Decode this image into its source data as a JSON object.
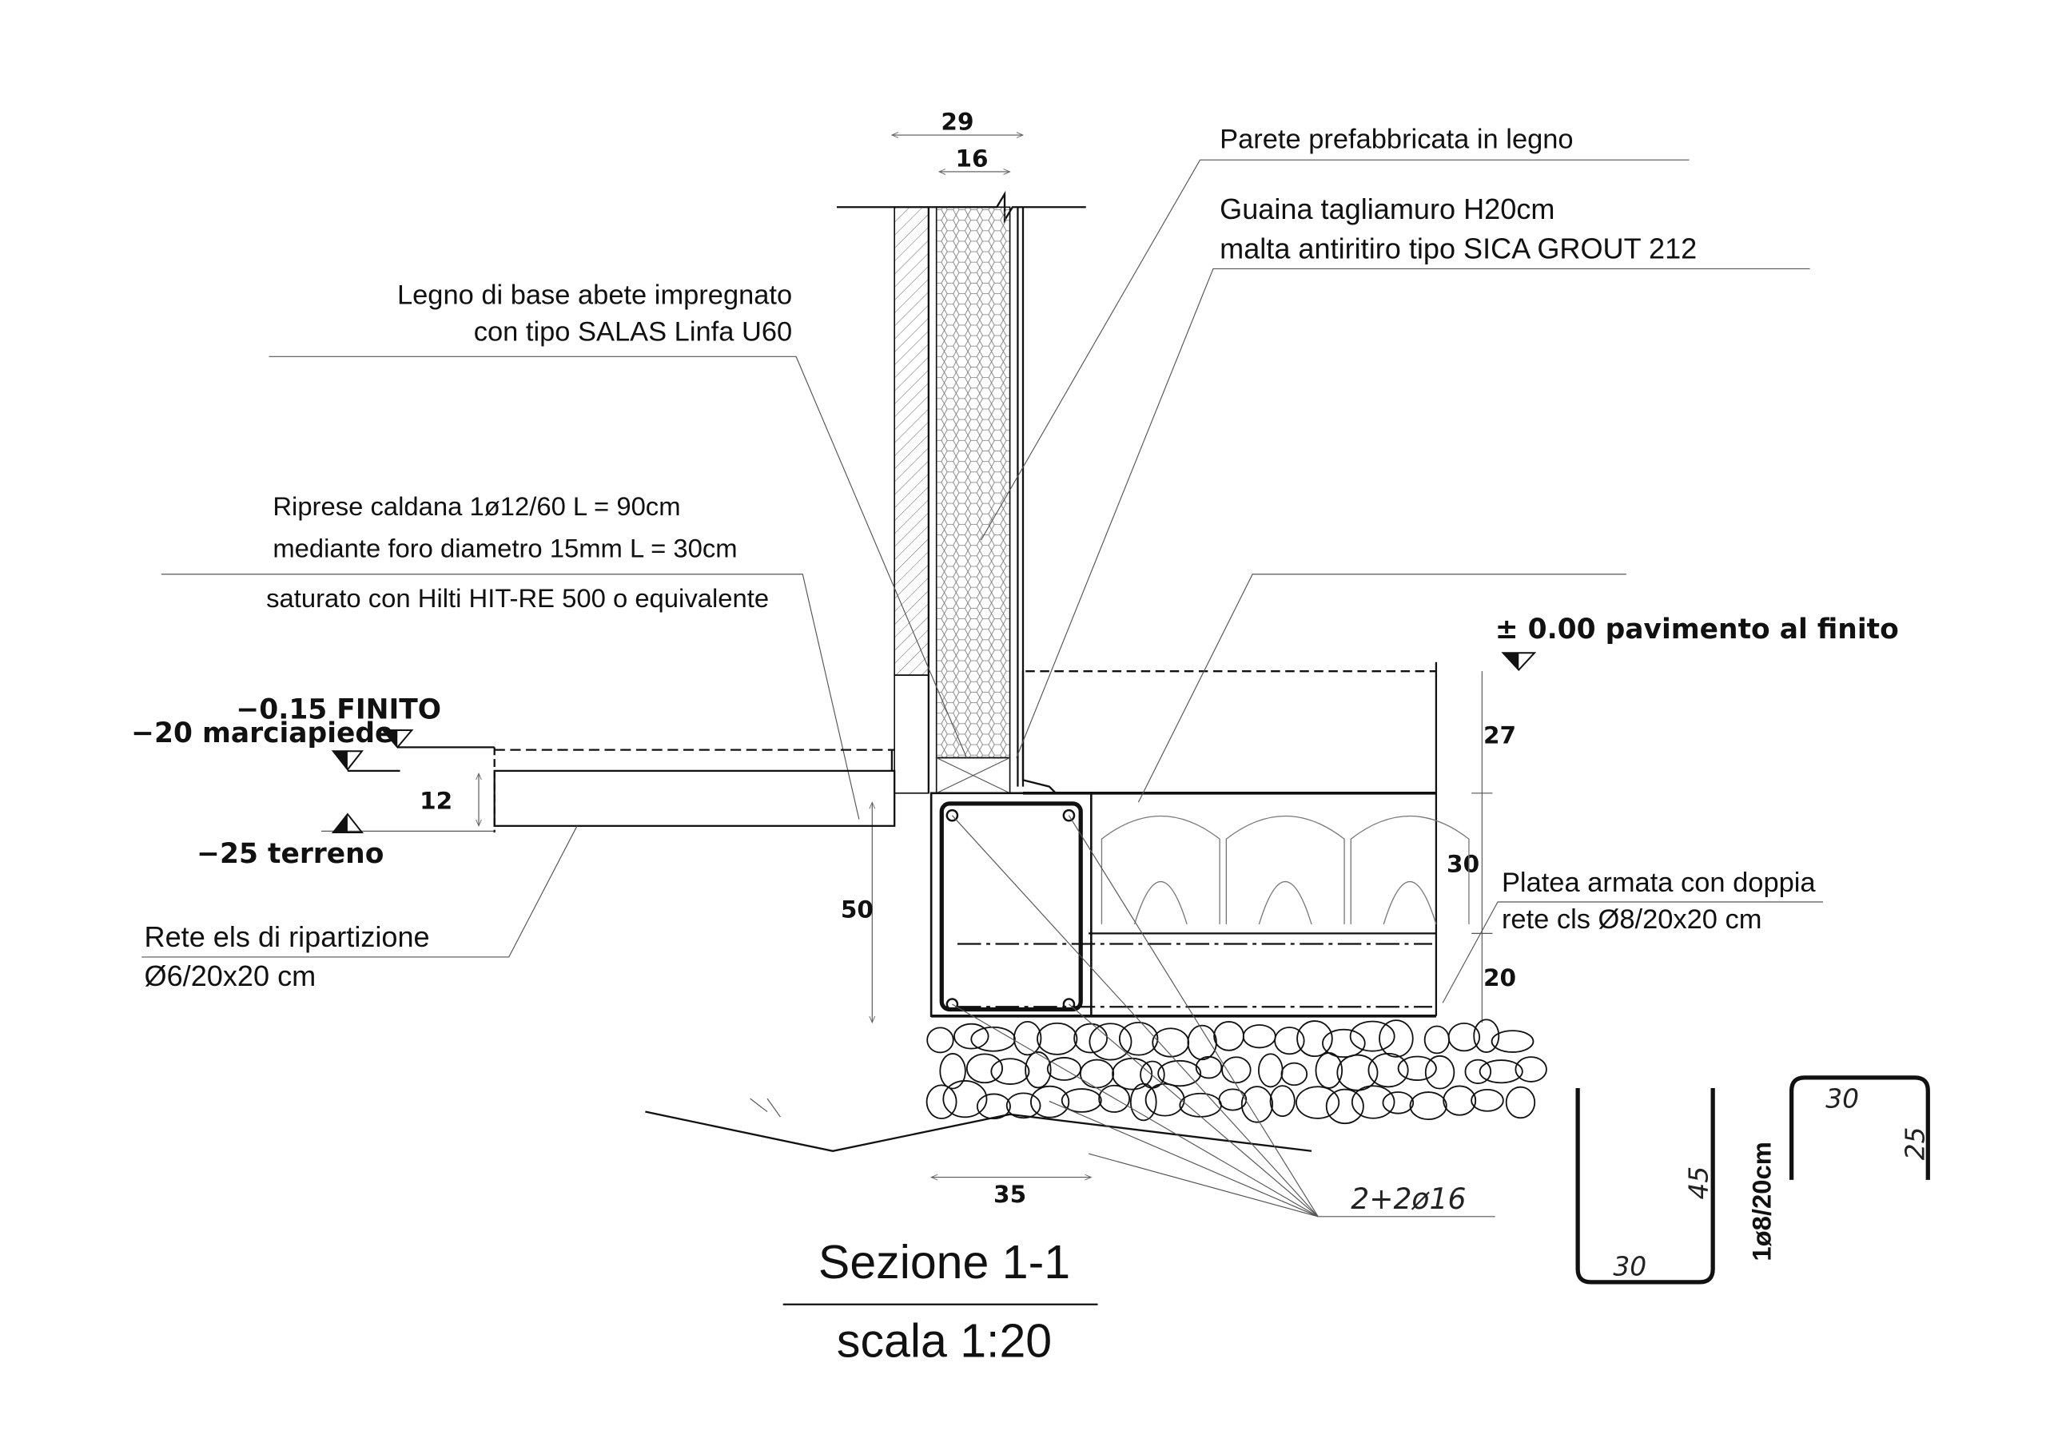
{
  "dimensions": {
    "wall_total": "29",
    "wall_core": "16",
    "floor_to_slab": "27",
    "slab_upper": "30",
    "slab_lower": "20",
    "sidewalk_thickness": "12",
    "beam_height": "50",
    "beam_width": "35"
  },
  "labels": {
    "wall": "Parete prefabbricata in legno",
    "guaina_1": "Guaina tagliamuro H20cm",
    "guaina_2": "malta antiritiro tipo SICA GROUT 212",
    "legno_1": "Legno di base abete impregnato",
    "legno_2": "con tipo SALAS Linfa U60",
    "riprese_1": "Riprese caldana 1ø12/60 L = 90cm",
    "riprese_2": "mediante foro diametro 15mm L = 30cm",
    "riprese_3": "saturato con Hilti HIT-RE 500 o equivalente",
    "floor_level": "± 0.00  pavimento  al  finito",
    "finito": "−0.15  FINITO",
    "marciapiede": "−20  marciapiede",
    "terreno": "−25  terreno",
    "rete_1": "Rete els di ripartizione",
    "rete_2": "Ø6/20x20 cm",
    "platea_1": "Platea armata con doppia",
    "platea_2": "rete cls Ø8/20x20 cm",
    "rebar": "2+2ø16"
  },
  "stirrups": {
    "u_bar_width": "30",
    "u_bar_height": "45",
    "spacing": "1ø8/20cm",
    "cap_width": "30",
    "cap_height": "25"
  },
  "title": {
    "section": "Sezione 1-1",
    "scale": "scala 1:20"
  }
}
